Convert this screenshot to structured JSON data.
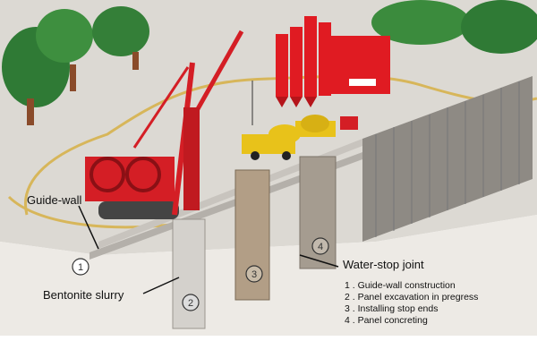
{
  "labels": {
    "guide_wall": "Guide-wall",
    "bentonite_slurry": "Bentonite slurry",
    "water_stop_joint": "Water-stop joint"
  },
  "markers": [
    "1",
    "2",
    "3",
    "4"
  ],
  "legend": [
    "1 . Guide-wall construction",
    "2 . Panel excavation in pregress",
    "3 . Installing stop ends",
    "4 . Panel concreting"
  ],
  "colors": {
    "ground": "#dcd9d3",
    "pit": "#ebe8e3",
    "crane": "#d41e25",
    "silo": "#e01b22",
    "truck": "#e8c21a",
    "trees": "#2f7a35",
    "panel": "#8e8a84",
    "hose": "#d7b65a"
  },
  "icons": [
    "crawler-crane-icon",
    "silo-plant-icon",
    "mixer-truck-icon",
    "tree-icon"
  ]
}
